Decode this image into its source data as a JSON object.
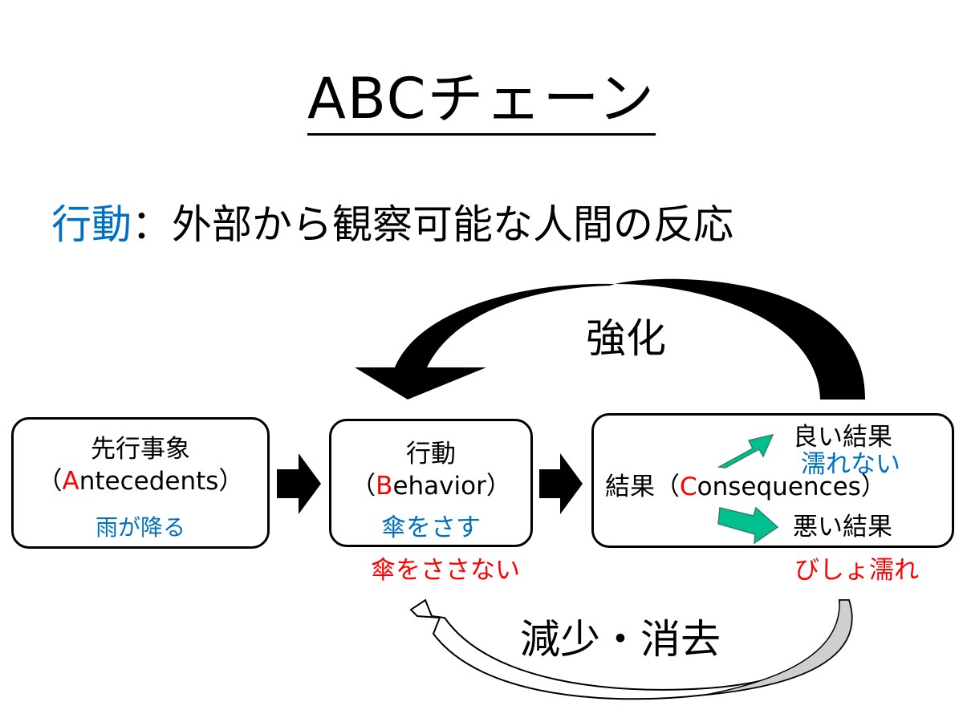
{
  "title": "ABCチェーン",
  "definition": {
    "term": "行動",
    "separator": "：",
    "text": "外部から観察可能な人間の反応"
  },
  "nodes": {
    "antecedent": {
      "label": "先行事象",
      "paren_open": "（",
      "initial": "A",
      "english_rest": "ntecedents",
      "paren_close": "）",
      "example": "雨が降る"
    },
    "behavior": {
      "label": "行動",
      "paren_open": "（",
      "initial": "B",
      "english_rest": "ehavior",
      "paren_close": "）",
      "example": "傘をさす",
      "alt_example": "傘をささない"
    },
    "consequence": {
      "label": "結果",
      "paren_open": "（",
      "initial": "C",
      "english_rest": "onsequences",
      "paren_close": "）",
      "good_label": "良い結果",
      "good_example": "濡れない",
      "bad_label": "悪い結果",
      "bad_example": "びしょ濡れ"
    }
  },
  "arrows": {
    "reinforcement_label": "強化",
    "extinction_label": "減少・消去"
  },
  "colors": {
    "blue_text": "#0070c0",
    "red_text": "#ff0000",
    "green_arrow": "#00c08f",
    "gray_arrow": "#cfcfcf"
  }
}
